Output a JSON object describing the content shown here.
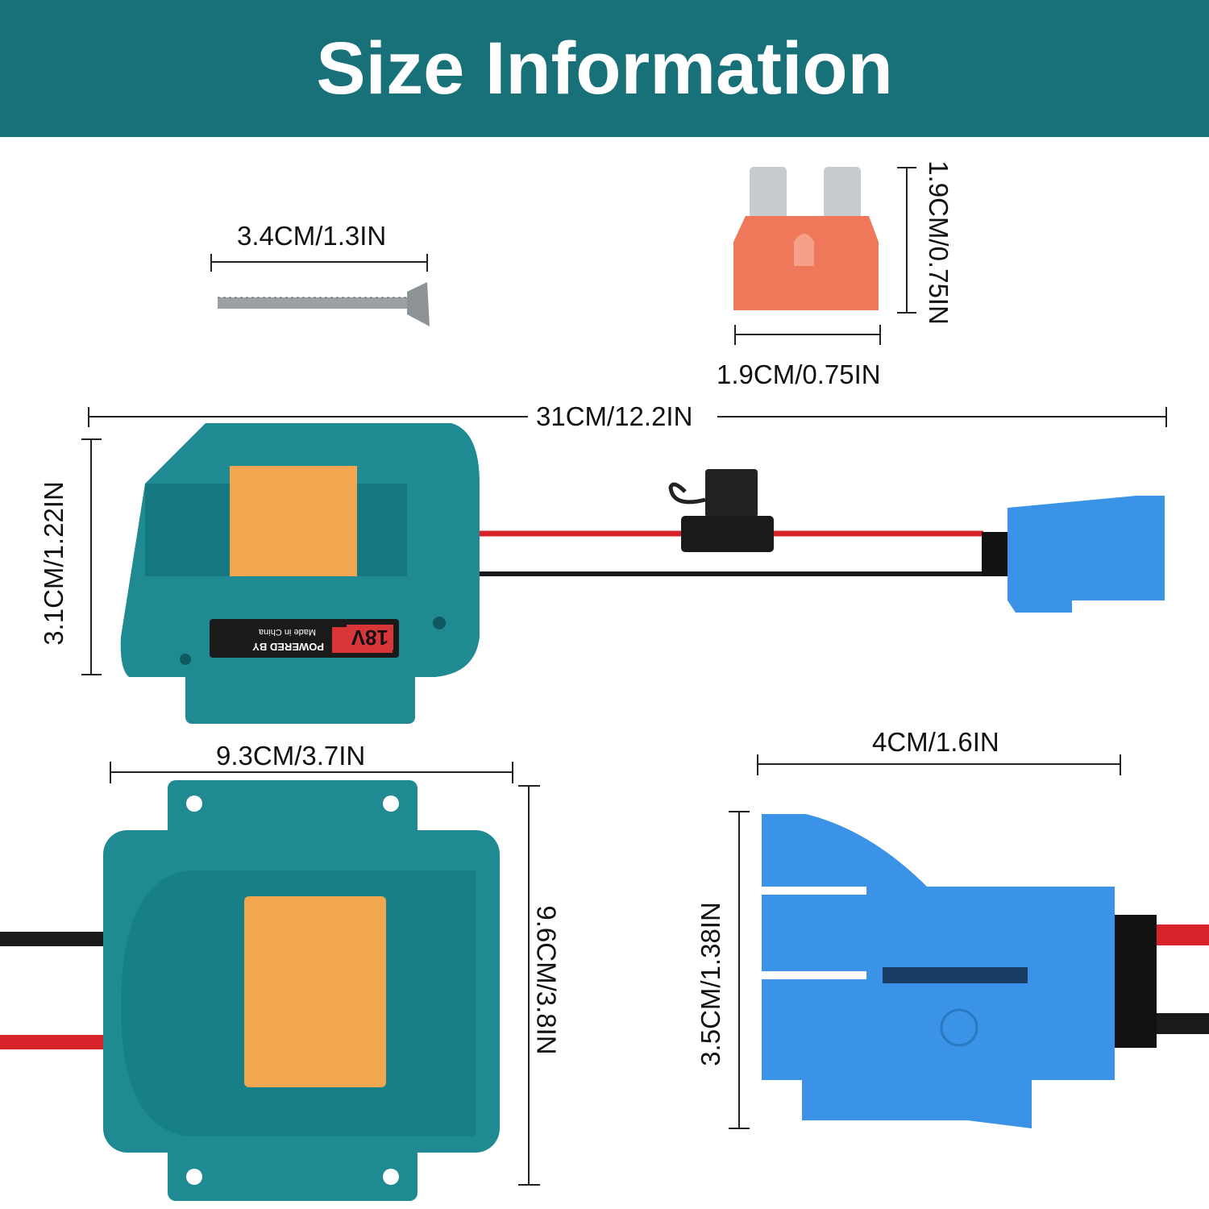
{
  "header": {
    "title": "Size Information"
  },
  "dimensions": {
    "screw_length": "3.4CM/1.3IN",
    "fuse_height": "1.9CM/0.75IN",
    "fuse_width": "1.9CM/0.75IN",
    "total_length": "31CM/12.2IN",
    "adapter_height": "3.1CM/1.22IN",
    "adapter_width": "9.3CM/3.7IN",
    "adapter_length": "9.6CM/3.8IN",
    "connector_width": "4CM/1.6IN",
    "connector_height": "3.5CM/1.38IN"
  },
  "product_label": {
    "voltage": "18V",
    "powered_by": "POWERED BY",
    "origin": "Made in China"
  },
  "colors": {
    "header": "#187179",
    "adapter": "#1f8a92",
    "battery_slot": "#f2a650",
    "connector": "#3a93e6",
    "fuse": "#f07a5c",
    "wire_red": "#d9232a",
    "wire_black": "#1a1a1a"
  }
}
